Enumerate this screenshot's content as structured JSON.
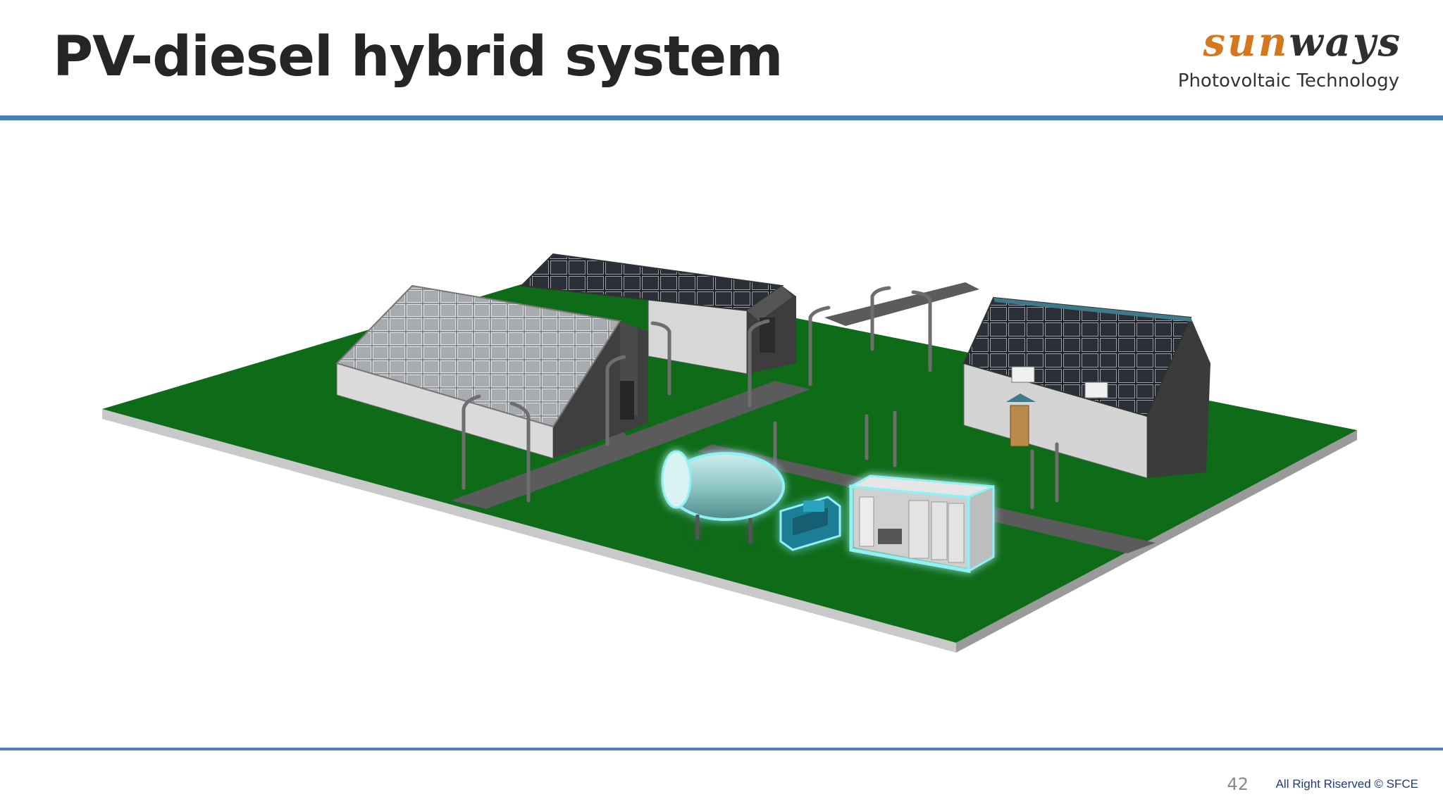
{
  "slide": {
    "title": "PV-diesel hybrid system",
    "page_number": "42",
    "copyright": "All Right Riserved  © SFCE"
  },
  "logo": {
    "brand_first": "sun",
    "brand_second": "ways",
    "tagline": "Photovoltaic Technology",
    "brand_color": "#d4771f"
  },
  "colors": {
    "accent_rule": "#4f7fb8",
    "grass": "#0e6b17",
    "road": "#5a5a5a",
    "equipment_glow": "#7fe6f0"
  },
  "illustration": {
    "objects": [
      "greenhouse-left",
      "greenhouse-rear",
      "house",
      "diesel-tank",
      "diesel-generator",
      "battery-inverter-room",
      "light-poles"
    ]
  }
}
